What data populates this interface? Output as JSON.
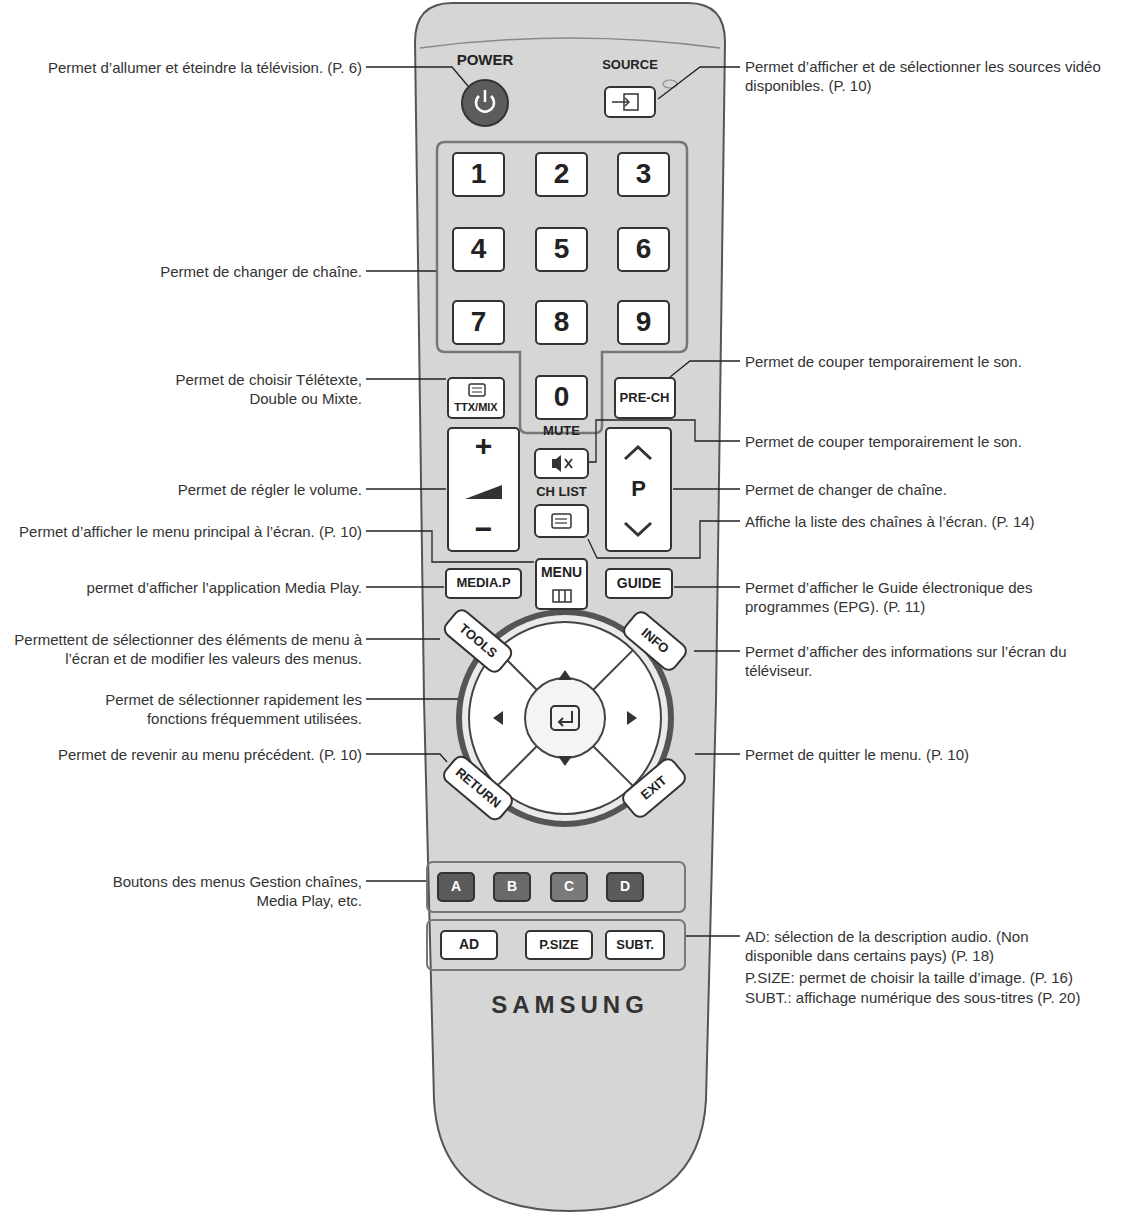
{
  "diagram": {
    "nodes": [
      {
        "text": [
          "SAMSUNG"
        ]
      },
      {
        "text": [
          "POWER"
        ],
        "in": 0
      },
      {
        "text": [
          "SOURCE"
        ],
        "in": 0
      },
      {
        "text": [
          "1"
        ],
        "in": 0
      },
      {
        "text": [
          "2"
        ],
        "in": 0
      },
      {
        "text": [
          "3"
        ],
        "in": 0
      },
      {
        "text": [
          "4"
        ],
        "in": 0
      },
      {
        "text": [
          "5"
        ],
        "in": 0
      },
      {
        "text": [
          "6"
        ],
        "in": 0
      },
      {
        "text": [
          "7"
        ],
        "in": 0
      },
      {
        "text": [
          "8"
        ],
        "in": 0
      },
      {
        "text": [
          "9"
        ],
        "in": 0
      },
      {
        "text": [
          "TTX/MIX"
        ],
        "in": 0
      },
      {
        "text": [
          "0"
        ],
        "in": 0
      },
      {
        "text": [
          "PRE-CH"
        ],
        "in": 0
      },
      {
        "text": [
          "+",
          "−"
        ],
        "in": 0
      },
      {
        "text": [
          "MUTE"
        ],
        "in": 0
      },
      {
        "text": [
          "P"
        ],
        "in": 0
      },
      {
        "text": [
          "CH LIST"
        ],
        "in": 0
      },
      {
        "text": [
          "MEDIA.P"
        ],
        "in": 0
      },
      {
        "text": [
          "MENU"
        ],
        "in": 0
      },
      {
        "text": [
          "GUIDE"
        ],
        "in": 0
      },
      {
        "text": [
          "TOOLS"
        ],
        "in": 0
      },
      {
        "text": [
          "INFO"
        ],
        "in": 0
      },
      {
        "text": [
          "RETURN"
        ],
        "in": 0
      },
      {
        "text": [
          "EXIT"
        ],
        "in": 0
      },
      {
        "text": [
          "A"
        ],
        "in": 0
      },
      {
        "text": [
          "B"
        ],
        "in": 0
      },
      {
        "text": [
          "C"
        ],
        "in": 0
      },
      {
        "text": [
          "D"
        ],
        "in": 0
      },
      {
        "text": [
          "AD"
        ],
        "in": 0
      },
      {
        "text": [
          "P.SIZE"
        ],
        "in": 0
      },
      {
        "text": [
          "SUBT."
        ],
        "in": 0
      }
    ],
    "labels": [
      "Permet d’allumer et éteindre la télévision. (P. 6)",
      "Permet d’afficher et de sélectionner les sources vidéo disponibles. (P. 10)",
      "Permet de changer de chaîne.",
      "Permet de choisir Télétexte, Double ou Mixte.",
      "Permet de couper temporairement le son.",
      "Permet de couper temporairement le son.",
      "Permet de régler le volume.",
      "Permet de changer de chaîne.",
      "Permet d’afficher le menu principal à l’écran. (P. 10)",
      "Affiche la liste des chaînes à l’écran. (P. 14)",
      "permet d’afficher l’application Media Play.",
      "Permet d’afficher le Guide électronique des programmes (EPG). (P. 11)",
      "Permettent de sélectionner des éléments de menu à l’écran et de modifier les valeurs des menus.",
      "Permet d’afficher des informations sur l’écran du téléviseur.",
      "Permet de sélectionner rapidement les fonctions fréquemment utilisées.",
      "Permet de revenir au menu précédent. (P. 10)",
      "Permet de quitter le menu. (P. 10)",
      "Boutons des menus Gestion chaînes, Media Play, etc.",
      "AD: sélection de la description audio. (Non disponible dans certains pays) (P. 18)",
      "P.SIZE: permet de choisir la taille d’image. (P. 16)",
      "SUBT.: affichage numérique des sous-titres (P. 20)"
    ]
  }
}
